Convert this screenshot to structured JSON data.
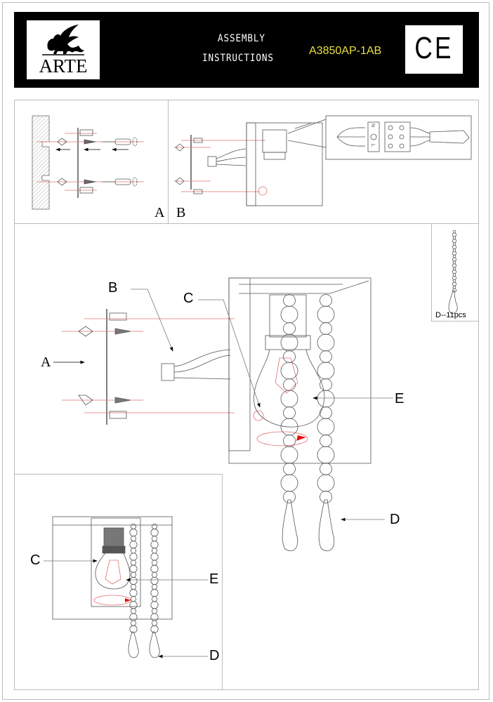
{
  "header": {
    "brand": "ARTE",
    "title_line1": "ASSEMBLY",
    "title_line2": "INSTRUCTIONS",
    "model": "A3850AP-1AB",
    "cert_mark": "CE",
    "model_color": "#e8e03c"
  },
  "steps": {
    "step_a_label": "A",
    "step_b_label": "B"
  },
  "main_diagram": {
    "callout_a": "A",
    "callout_b": "B",
    "callout_c": "C",
    "callout_d": "D",
    "callout_e": "E"
  },
  "parts": {
    "d_caption": "D--11pcs"
  },
  "final_diagram": {
    "callout_c": "C",
    "callout_d": "D",
    "callout_e": "E"
  },
  "terminal": {
    "n_label": "N",
    "l_label": "L"
  },
  "colors": {
    "guide_line": "#e07070",
    "drawing_line": "#555555",
    "arrow_red": "#e01010"
  }
}
